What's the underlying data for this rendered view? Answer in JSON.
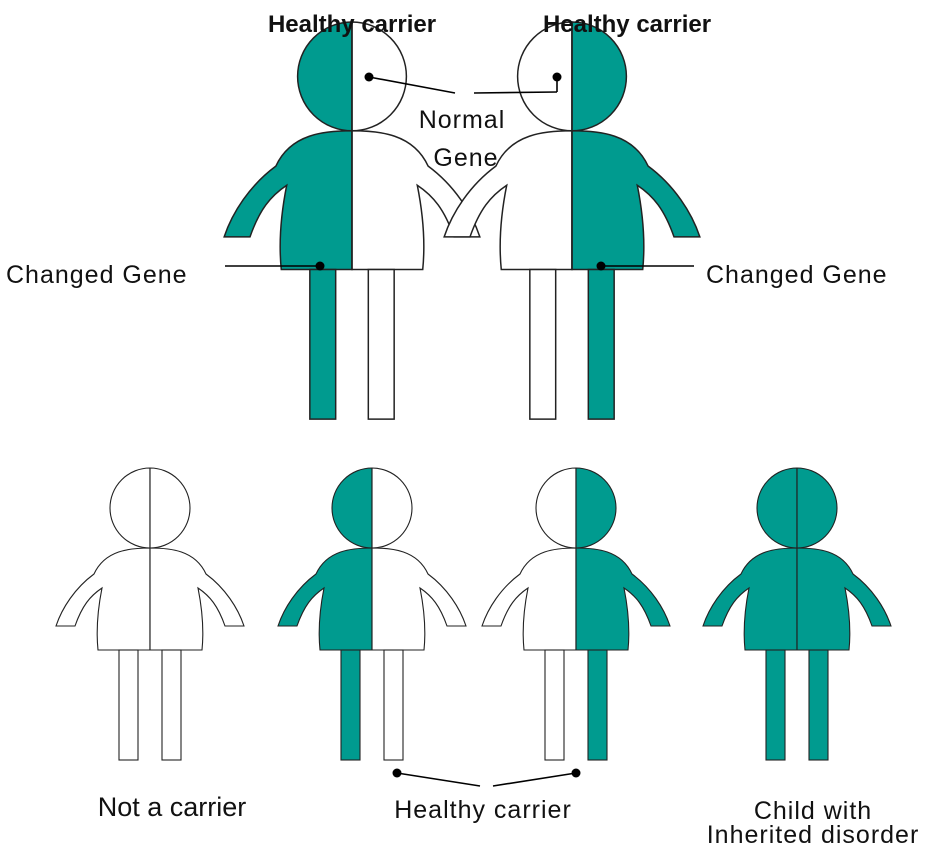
{
  "labels": {
    "parent_left": "Healthy carrier",
    "parent_right": "Healthy carrier",
    "normal_gene_line1": "Normal",
    "normal_gene_line2": "Gene",
    "changed_gene_left": "Changed Gene",
    "changed_gene_right": "Changed Gene",
    "child_not_carrier": "Not a carrier",
    "child_healthy_carrier": "Healthy carrier",
    "child_disorder_line1": "Child with",
    "child_disorder_line2": "Inherited disorder"
  },
  "colors": {
    "changed_gene": "#009b8f",
    "normal_gene": "#ffffff",
    "outline": "#222222"
  },
  "figures": [
    {
      "role": "parent-left",
      "left_half": "changed",
      "right_half": "normal"
    },
    {
      "role": "parent-right",
      "left_half": "normal",
      "right_half": "changed"
    },
    {
      "role": "child-not-carrier",
      "left_half": "normal",
      "right_half": "normal"
    },
    {
      "role": "child-carrier-1",
      "left_half": "changed",
      "right_half": "normal"
    },
    {
      "role": "child-carrier-2",
      "left_half": "normal",
      "right_half": "changed"
    },
    {
      "role": "child-affected",
      "left_half": "changed",
      "right_half": "changed"
    }
  ]
}
